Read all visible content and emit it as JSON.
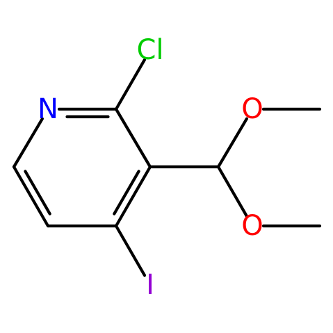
{
  "molecule": {
    "atoms": [
      {
        "id": "N1",
        "symbol": "N",
        "label": "N",
        "color": "#0000ff"
      },
      {
        "id": "C2",
        "symbol": "C",
        "label": ""
      },
      {
        "id": "C3",
        "symbol": "C",
        "label": ""
      },
      {
        "id": "C4",
        "symbol": "C",
        "label": ""
      },
      {
        "id": "C5",
        "symbol": "C",
        "label": ""
      },
      {
        "id": "C6",
        "symbol": "C",
        "label": ""
      },
      {
        "id": "Cl",
        "symbol": "Cl",
        "label": "Cl",
        "color": "#00cc00"
      },
      {
        "id": "I",
        "symbol": "I",
        "label": "I",
        "color": "#9400d3"
      },
      {
        "id": "C7",
        "symbol": "C",
        "label": ""
      },
      {
        "id": "O1",
        "symbol": "O",
        "label": "O",
        "color": "#ff0000"
      },
      {
        "id": "O2",
        "symbol": "O",
        "label": "O",
        "color": "#ff0000"
      },
      {
        "id": "Me1",
        "symbol": "C",
        "label": ""
      },
      {
        "id": "Me2",
        "symbol": "C",
        "label": ""
      }
    ],
    "bonds": [
      {
        "from": "N1",
        "to": "C2",
        "order": 2
      },
      {
        "from": "C2",
        "to": "C3",
        "order": 1
      },
      {
        "from": "C3",
        "to": "C4",
        "order": 2
      },
      {
        "from": "C4",
        "to": "C5",
        "order": 1
      },
      {
        "from": "C5",
        "to": "C6",
        "order": 2
      },
      {
        "from": "C6",
        "to": "N1",
        "order": 1
      },
      {
        "from": "C2",
        "to": "Cl",
        "order": 1
      },
      {
        "from": "C4",
        "to": "I",
        "order": 1
      },
      {
        "from": "C3",
        "to": "C7",
        "order": 1
      },
      {
        "from": "C7",
        "to": "O1",
        "order": 1
      },
      {
        "from": "C7",
        "to": "O2",
        "order": 1
      },
      {
        "from": "O1",
        "to": "Me1",
        "order": 1
      },
      {
        "from": "O2",
        "to": "Me2",
        "order": 1
      }
    ]
  }
}
